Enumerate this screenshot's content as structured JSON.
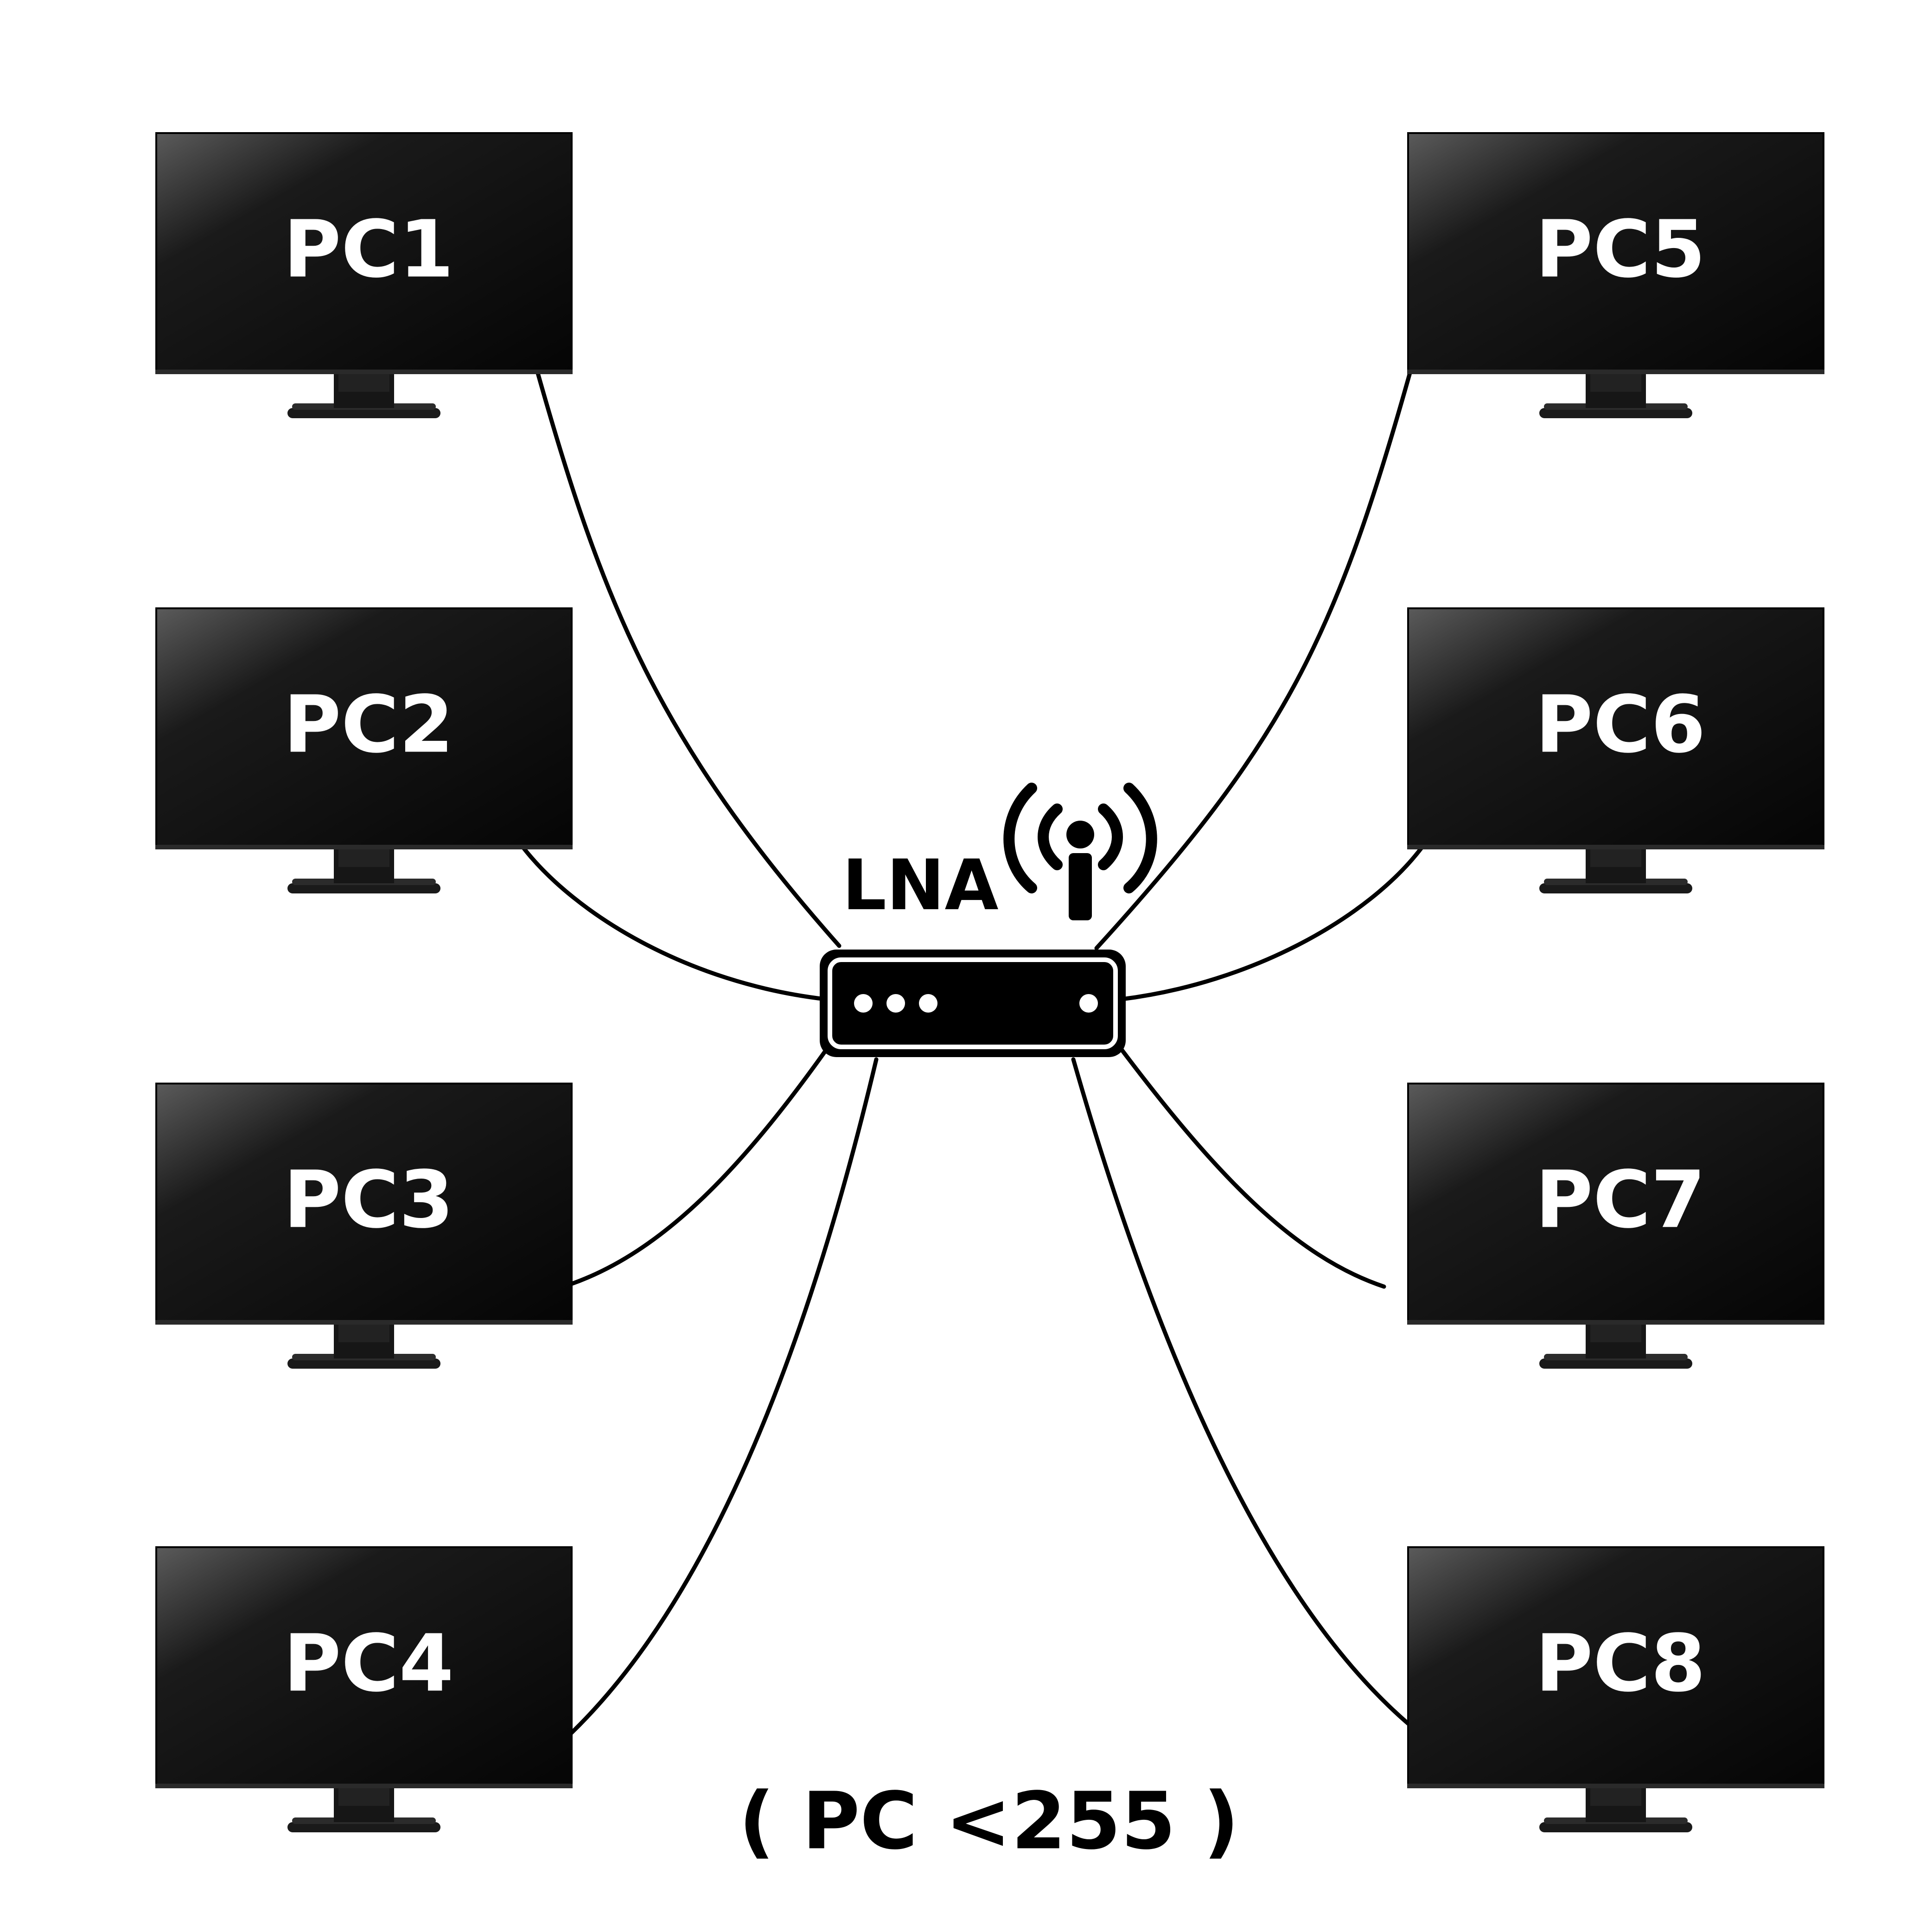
{
  "router": {
    "label": "LNA",
    "icon": "router-icon",
    "antenna_icon": "wifi-antenna-icon"
  },
  "pcs": [
    {
      "id": "pc1",
      "label": "PC1"
    },
    {
      "id": "pc2",
      "label": "PC2"
    },
    {
      "id": "pc3",
      "label": "PC3"
    },
    {
      "id": "pc4",
      "label": "PC4"
    },
    {
      "id": "pc5",
      "label": "PC5"
    },
    {
      "id": "pc6",
      "label": "PC6"
    },
    {
      "id": "pc7",
      "label": "PC7"
    },
    {
      "id": "pc8",
      "label": "PC8"
    }
  ],
  "footer": {
    "note": "( PC <255 )"
  },
  "colors": {
    "screen": "#0c0c0c",
    "line": "#000000",
    "background": "#ffffff"
  }
}
